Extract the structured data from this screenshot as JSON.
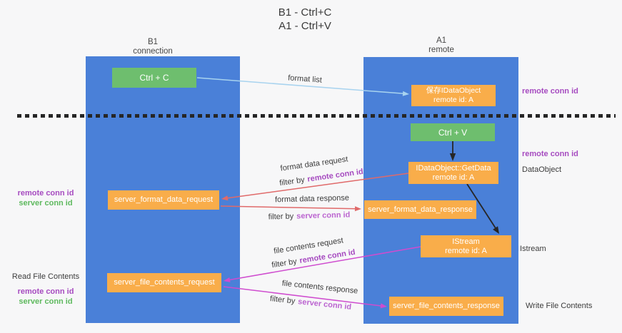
{
  "title": {
    "line1": "B1 - Ctrl+C",
    "line2": "A1 - Ctrl+V"
  },
  "lanes": {
    "left": {
      "name": "B1",
      "role": "connection"
    },
    "right": {
      "name": "A1",
      "role": "remote"
    }
  },
  "nodes": {
    "ctrl_c": {
      "label": "Ctrl + C"
    },
    "save_dataobject": {
      "line1": "保存IDataObject",
      "line2": "remote id: A"
    },
    "ctrl_v": {
      "label": "Ctrl + V"
    },
    "getdata": {
      "line1": "IDataObject::GetData",
      "line2": "remote id: A"
    },
    "istream": {
      "line1": "IStream",
      "line2": "remote id: A"
    },
    "format_request": {
      "label": "server_format_data_request"
    },
    "format_response": {
      "label": "server_format_data_response"
    },
    "file_request": {
      "label": "server_file_contents_request"
    },
    "file_response": {
      "label": "server_file_contents_response"
    }
  },
  "edges": {
    "format_list": {
      "label": "format list"
    },
    "format_data_request": {
      "label": "format data request",
      "filter_prefix": "filter by",
      "filter_value": "remote conn id"
    },
    "format_data_response": {
      "label": "format data response",
      "filter_prefix": "filter by",
      "filter_value": "server conn id"
    },
    "file_contents_request": {
      "label": "file contents request",
      "filter_prefix": "filter by",
      "filter_value": "remote conn id"
    },
    "file_contents_response": {
      "label": "file contents response",
      "filter_prefix": "filter by",
      "filter_value": "server conn id"
    }
  },
  "annotations": {
    "remote_conn_id_top_right": "remote conn id",
    "remote_conn_id_mid_right": "remote conn id",
    "dataobject": "DataObject",
    "istream": "Istream",
    "write_file_contents": "Write File Contents",
    "read_file_contents": "Read File Contents",
    "left_top": {
      "remote": "remote conn id",
      "server": "server conn id"
    },
    "left_bottom": {
      "remote": "remote conn id",
      "server": "server conn id"
    }
  },
  "colors": {
    "bg": "#f7f7f8",
    "panel-blue": "#4a80d8",
    "box-green": "#6ebe6e",
    "box-orange": "#f9ad4a",
    "arrow-blue": "#a8d3ef",
    "arrow-red": "#e06a6a",
    "arrow-magenta": "#cf4ccf",
    "arrow-black": "#262626",
    "text-purple": "#a64bc0",
    "text-purple-light": "#bb64d0",
    "text-green": "#5eb95e",
    "text-dark": "#3c3c3c"
  }
}
